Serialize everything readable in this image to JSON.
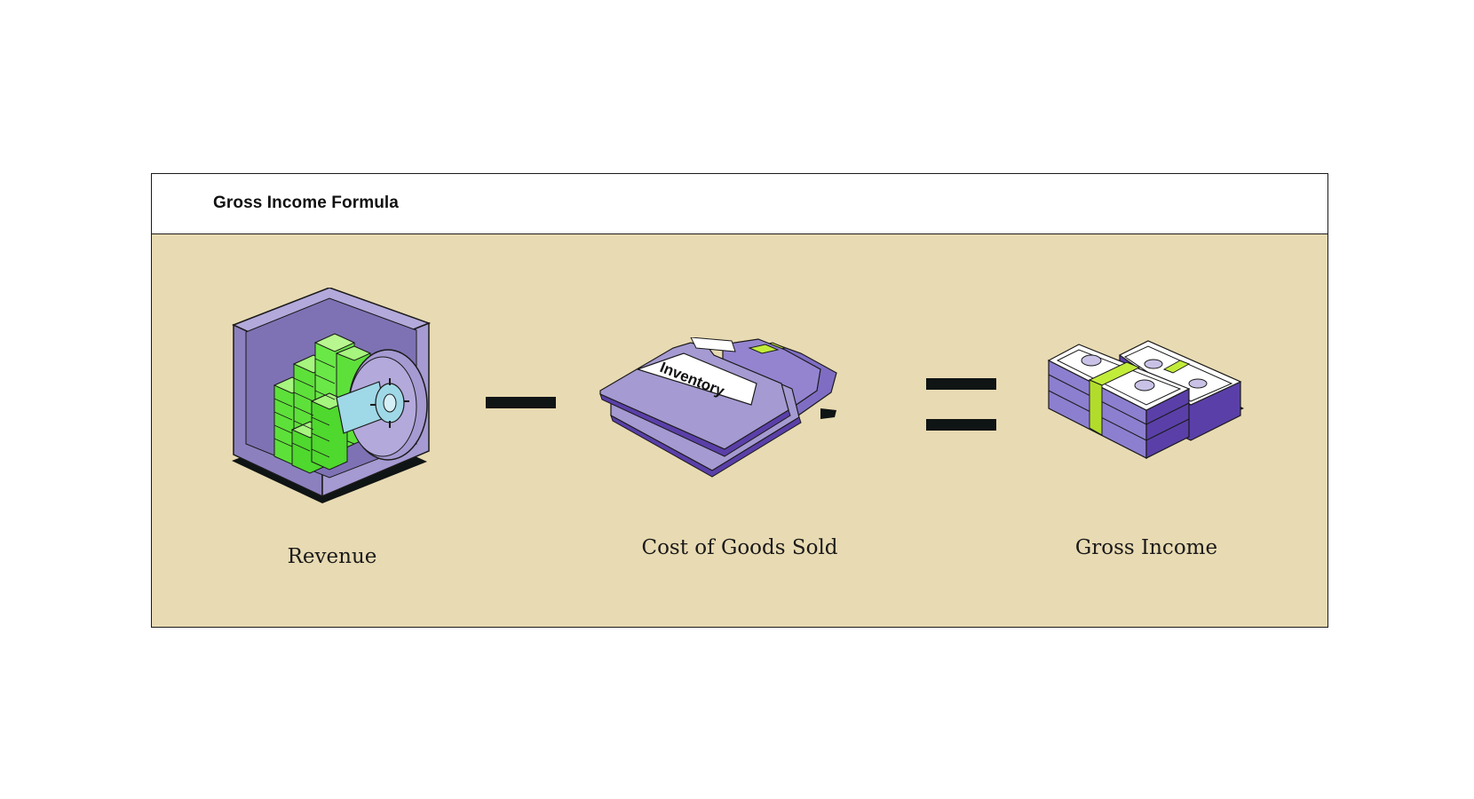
{
  "title": "Gross Income Formula",
  "items": {
    "revenue": {
      "label": "Revenue",
      "icon": "safe-icon"
    },
    "cogs": {
      "label": "Cost of Goods Sold",
      "icon": "inventory-folders-icon",
      "folder_tab_text": "Inventory"
    },
    "gross_income": {
      "label": "Gross Income",
      "icon": "money-stacks-icon"
    }
  },
  "operators": {
    "minus": "minus-sign",
    "equals": "equals-sign"
  },
  "colors": {
    "panel": "#e8dab2",
    "purple": "#a59ad1",
    "purple_dark": "#5a3fa8",
    "green": "#7ef05a",
    "lime": "#c2ec3a",
    "ink": "#0f1414"
  }
}
